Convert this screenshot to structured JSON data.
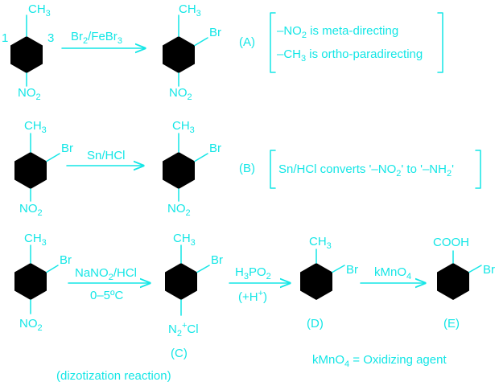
{
  "colors": {
    "ink": "#14e6e6",
    "background": "#ffffff"
  },
  "labels": {
    "ch3": "CH",
    "ch3_sub": "3",
    "br": "Br",
    "no": "NO",
    "no_sub": "2",
    "num1": "1",
    "num3": "3",
    "cooh": "COOH",
    "diazo_n": "N",
    "diazo_sub": "2",
    "diazo_plus": "+",
    "diazo_cl": "Cl"
  },
  "row1": {
    "reagent": {
      "main": "Br",
      "sub1": "2",
      "mid": "/FeBr",
      "sub2": "3"
    },
    "tag": "(A)",
    "note1": {
      "pre": "–NO",
      "sub": "2",
      "post": " is meta-directing"
    },
    "note2": {
      "pre": "–CH",
      "sub": "3",
      "post": " is ortho-paradirecting"
    }
  },
  "row2": {
    "reagent": "Sn/HCl",
    "tag": "(B)",
    "note": {
      "pre": "Sn/HCl converts '–NO",
      "sub1": "2",
      "mid": "' to '–NH",
      "sub2": "2",
      "post": "'"
    }
  },
  "row3": {
    "reagent1_top": {
      "pre": "NaNO",
      "sub": "2",
      "post": "/HCl"
    },
    "reagent1_bottom": "0–5ºC",
    "reagent2_top": {
      "pre": "H",
      "sub1": "3",
      "mid": "PO",
      "sub2": "2"
    },
    "reagent2_bottom": {
      "pre": "(+H",
      "sup": "+",
      "post": ")"
    },
    "reagent3": {
      "pre": "kMnO",
      "sub": "4"
    },
    "tag_c": "(C)",
    "tag_d": "(D)",
    "tag_e": "(E)",
    "footnote_left": "(dizotization reaction)",
    "footnote_right": {
      "pre": "kMnO",
      "sub": "4",
      "post": " = Oxidizing agent"
    }
  }
}
